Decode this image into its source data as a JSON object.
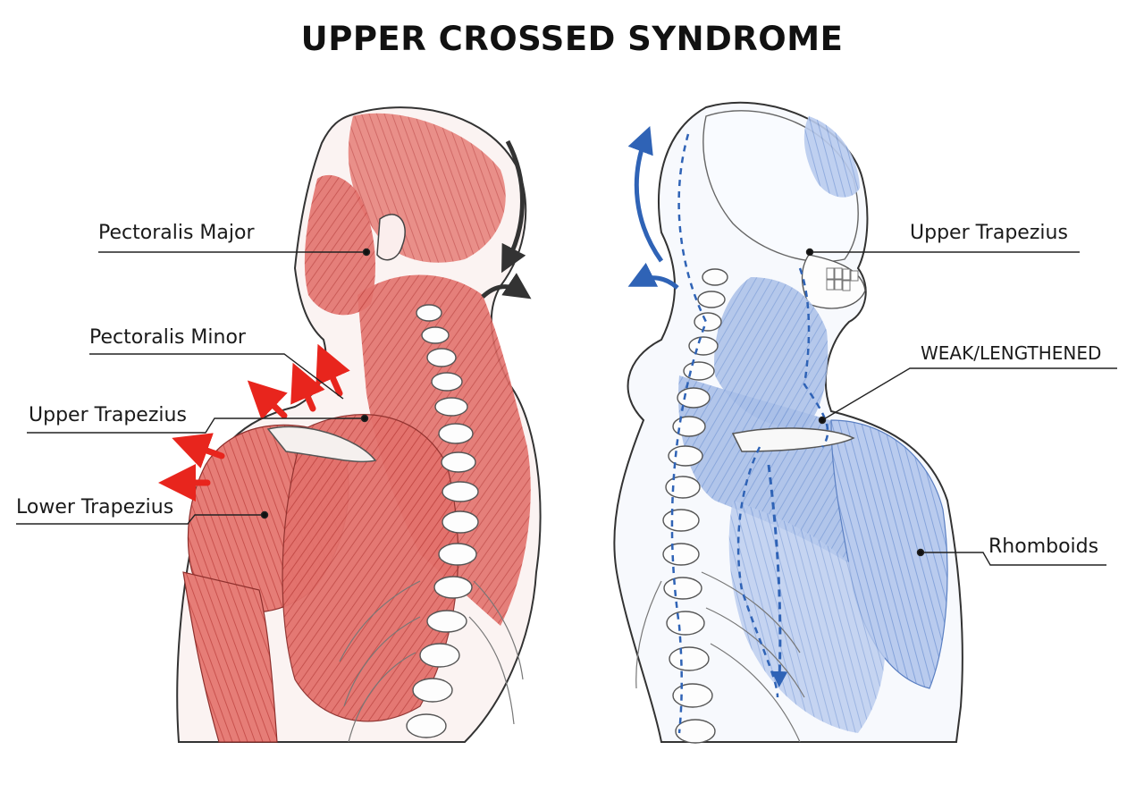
{
  "title": "UPPER CROSSED SYNDROME",
  "colors": {
    "tight": "#e0625f",
    "weak": "#7f9fd8",
    "arrow_red": "#e8251d",
    "arrow_blue": "#2f63b6",
    "outline": "#333333"
  },
  "left_figure": {
    "labels": {
      "pectoralis_major": "Pectoralis Major",
      "pectoralis_minor": "Pectoralis Minor",
      "upper_trapezius": "Upper Trapezius",
      "lower_trapezius": "Lower Trapezius"
    }
  },
  "right_figure": {
    "labels": {
      "upper_trapezius": "Upper Trapezius",
      "weak_lengthened": "WEAK/LENGTHENED",
      "rhomboids": "Rhomboids"
    }
  }
}
